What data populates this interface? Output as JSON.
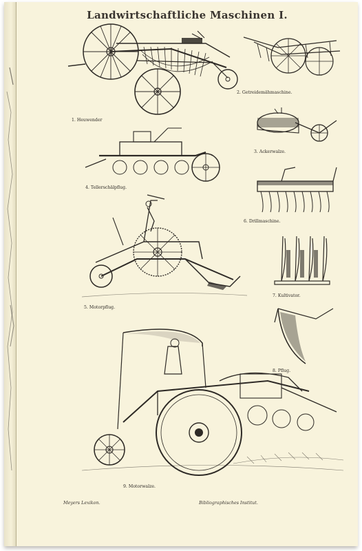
{
  "plate": {
    "title": "Landwirtschaftliche Maschinen I.",
    "captions": {
      "c1": "1. Heuwender",
      "c2": "2. Getreidemähmaschine.",
      "c3": "3. Ackerwalze.",
      "c4": "4. Tellerschälpflug.",
      "c5": "5. Motorpflug.",
      "c6": "6. Drillmaschine.",
      "c7": "7. Kultivator.",
      "c8": "8. Pflug.",
      "c9": "9. Motorwalze."
    },
    "footer_left": "Meyers Lexikon.",
    "footer_right": "Bibliographisches Institut."
  },
  "colors": {
    "paper": "#f8f3dc",
    "ink": "#2e2a26",
    "canvas_edge": "#e9e3c9"
  }
}
